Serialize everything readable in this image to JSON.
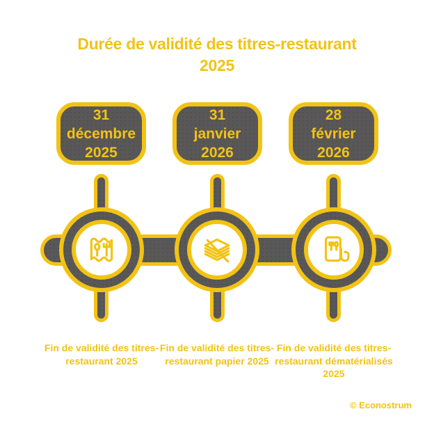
{
  "colors": {
    "yellow": "#F2C314",
    "gray": "#595859",
    "background": "#ffffff"
  },
  "title": {
    "line1": "Durée de validité des titres-restaurant",
    "line2": "2025"
  },
  "timeline": {
    "nodes": [
      {
        "date_lines": [
          "31",
          "décembre",
          "2025"
        ],
        "icon": "meal-voucher-receipt-icon",
        "caption": "Fin de validité des titres-restaurant 2025"
      },
      {
        "date_lines": [
          "31",
          "janvier",
          "2026"
        ],
        "icon": "paper-vouchers-stack-icon",
        "caption": "Fin de validité des titres-restaurant papier 2025"
      },
      {
        "date_lines": [
          "28",
          "février",
          "2026"
        ],
        "icon": "digital-voucher-phone-icon",
        "caption": "Fin de validité des titres-restaurant dématérialisés 2025"
      }
    ]
  },
  "credit": "© Econostrum"
}
